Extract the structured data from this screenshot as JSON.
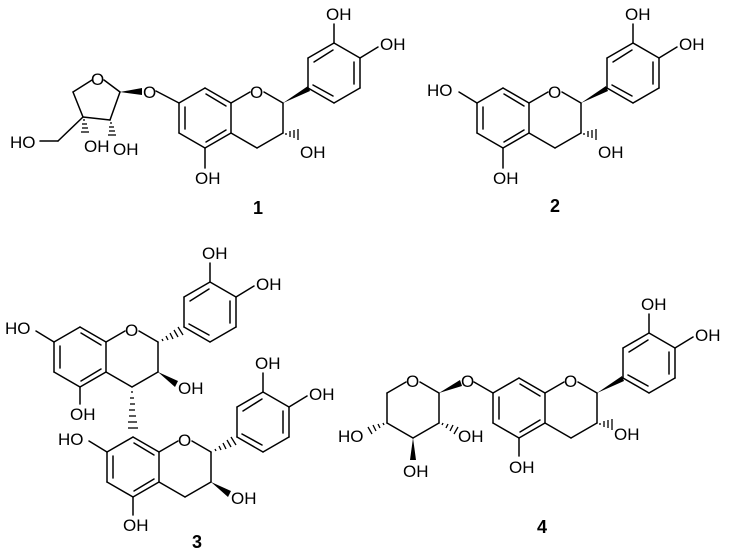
{
  "figure": {
    "title": "",
    "background": "#ffffff",
    "ink_color": "#000000"
  },
  "compounds": [
    {
      "id": "1",
      "label": "1",
      "description": "catechin-type flavan-3-ol 7-O-apiofuranoside",
      "atom_labels": {
        "ring_o_sugar": "O",
        "glyco_o": "O",
        "ring_o": "O",
        "ho_ch2": "HO",
        "oh_c3sugar": "OH",
        "oh_c2sugar": "OH",
        "oh_5": "OH",
        "oh_3": "OH",
        "oh_3p": "OH",
        "oh_4p": "OH"
      }
    },
    {
      "id": "2",
      "label": "2",
      "description": "catechin",
      "atom_labels": {
        "ring_o": "O",
        "ho_7": "HO",
        "oh_5": "OH",
        "oh_3": "OH",
        "oh_3p": "OH",
        "oh_4p": "OH"
      }
    },
    {
      "id": "3",
      "label": "3",
      "description": "procyanidin dimer (4→8 linked)",
      "atom_labels": {
        "upper_ring_o": "O",
        "upper_ho_7": "HO",
        "upper_oh_5": "OH",
        "upper_oh_3": "OH",
        "upper_oh_3p": "OH",
        "upper_oh_4p": "OH",
        "lower_ring_o": "O",
        "lower_ho_7": "HO",
        "lower_oh_5": "OH",
        "lower_oh_3": "OH",
        "lower_oh_3p": "OH",
        "lower_oh_4p": "OH"
      }
    },
    {
      "id": "4",
      "label": "4",
      "description": "catechin 7-O-xylopyranoside",
      "atom_labels": {
        "ring_o_sugar": "O",
        "glyco_o": "O",
        "ring_o": "O",
        "ho_c4sugar": "HO",
        "oh_c3sugar": "OH",
        "oh_c2sugar": "OH",
        "oh_5": "OH",
        "oh_3": "OH",
        "oh_3p": "OH",
        "oh_4p": "OH"
      }
    }
  ]
}
